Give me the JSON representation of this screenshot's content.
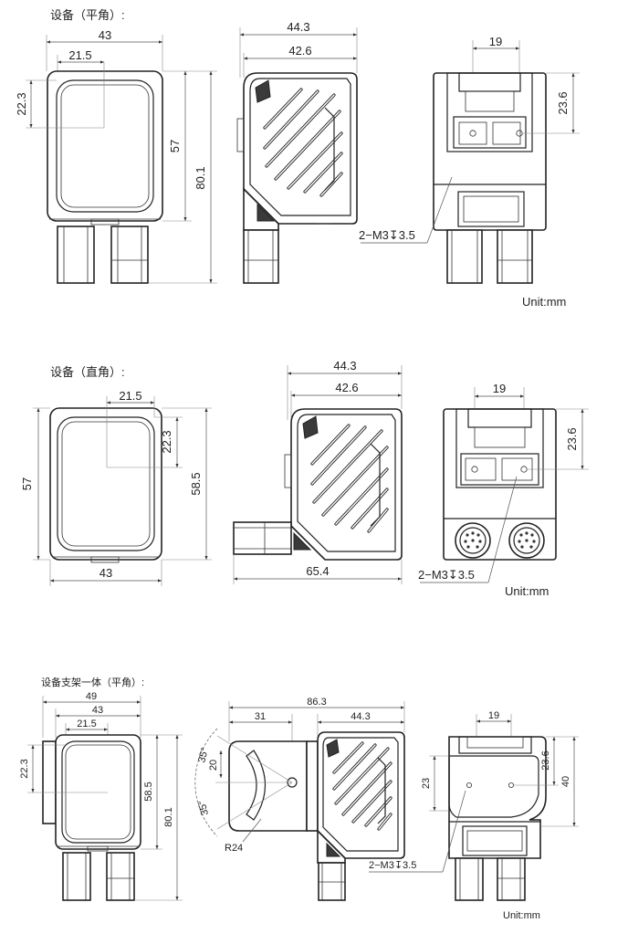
{
  "sections": [
    {
      "caption": "设备（平角）:",
      "front": {
        "width_outer": "43",
        "window_width": "21.5",
        "window_offset": "22.3",
        "height_body": "57",
        "height_total": "80.1"
      },
      "side": {
        "depth_total": "44.3",
        "depth_body": "42.6"
      },
      "back": {
        "hole_spacing": "19",
        "hole_height": "23.6",
        "screw_label": "2−M3↧3.5"
      },
      "unit": "Unit:mm"
    },
    {
      "caption": "设备（直角）:",
      "front": {
        "window_width": "21.5",
        "window_offset": "22.3",
        "height_body": "57",
        "height_total": "58.5",
        "width_outer": "43"
      },
      "side": {
        "depth_total": "44.3",
        "depth_body": "42.6",
        "length_with_connector": "65.4"
      },
      "back": {
        "hole_spacing": "19",
        "hole_height": "23.6",
        "screw_label": "2−M3↧3.5"
      },
      "unit": "Unit:mm"
    },
    {
      "caption": "设备支架一体（平角）:",
      "front": {
        "width_bracket": "49",
        "width_outer": "43",
        "window_width": "21.5",
        "window_offset": "22.3",
        "height_body": "58.5",
        "height_total": "80.1"
      },
      "side": {
        "length_total": "86.3",
        "bracket_length": "31",
        "depth_total": "44.3",
        "angle_top": "35°",
        "angle_bottom": "35°",
        "small_dim": "20",
        "radius": "R24"
      },
      "back": {
        "hole_spacing": "19",
        "hole_height": "23.6",
        "left_height": "23",
        "right_height": "40",
        "screw_label": "2−M3↧3.5"
      },
      "unit": "Unit:mm"
    }
  ]
}
